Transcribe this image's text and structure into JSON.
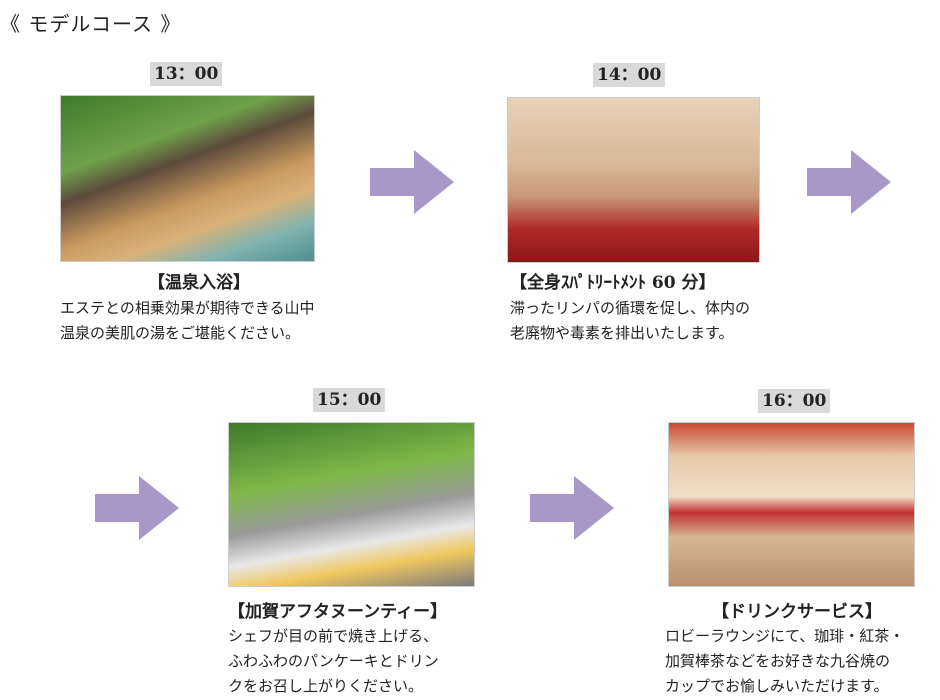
{
  "title": "《 モデルコース 》",
  "colors": {
    "arrow": "#a898c8",
    "time_bg": "#d9d9d9"
  },
  "steps": [
    {
      "time": "13：00",
      "heading": "【温泉入浴】",
      "lines": [
        "エステとの相乗効果が期待できる山中",
        "温泉の美肌の湯をご堪能ください。"
      ]
    },
    {
      "time": "14：00",
      "heading": "【全身ｽﾊﾟﾄﾘｰﾄﾒﾝﾄ 60 分】",
      "lines": [
        "滞ったリンパの循環を促し、体内の",
        "老廃物や毒素を排出いたします。"
      ]
    },
    {
      "time": "15：00",
      "heading": "【加賀アフタヌーンティー】",
      "lines": [
        "シェフが目の前で焼き上げる、",
        "ふわふわのパンケーキとドリン",
        "クをお召し上がりください。"
      ]
    },
    {
      "time": "16：00",
      "heading": "【ドリンクサービス】",
      "lines": [
        "ロビーラウンジにて、珈琲・紅茶・",
        "加賀棒茶などをお好きな九谷焼の",
        "カップでお愉しみいただけます。"
      ]
    }
  ]
}
